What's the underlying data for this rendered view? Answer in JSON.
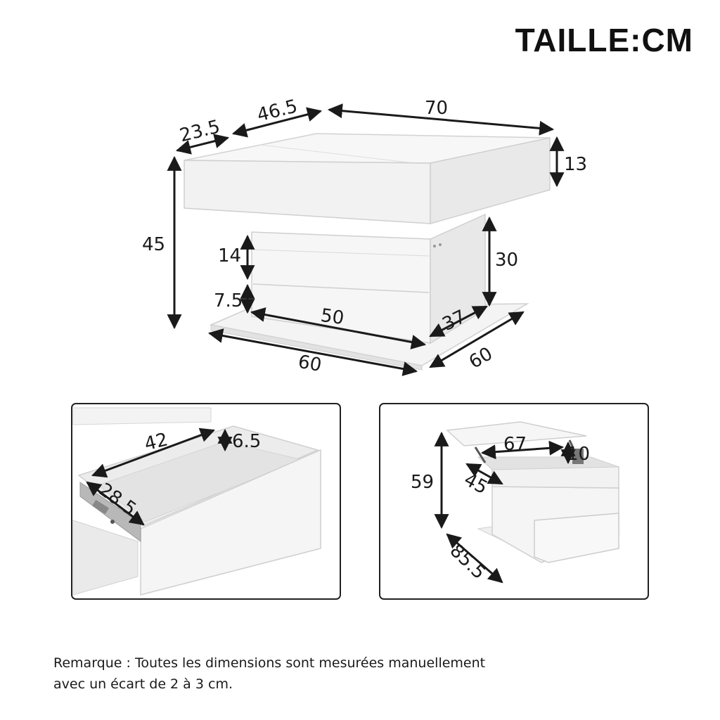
{
  "title": "TAILLE:CM",
  "main_view": {
    "dims": {
      "depth_extension": "23.5",
      "depth_top": "46.5",
      "width_top": "70",
      "top_thickness": "13",
      "total_height": "45",
      "drawer_front_height": "14",
      "plinth_height": "7.5",
      "body_height": "30",
      "body_width": "50",
      "body_depth": "37",
      "base_width": "60",
      "base_depth": "60"
    }
  },
  "drawer_view": {
    "dims": {
      "drawer_width": "42",
      "drawer_height": "6.5",
      "drawer_depth": "28.5"
    }
  },
  "lift_view": {
    "dims": {
      "lift_width": "67",
      "lift_gap": "10",
      "lift_depth": "45",
      "lift_height": "59",
      "diagonal": "85.5"
    }
  },
  "note": {
    "line1": "Remarque : Toutes les dimensions sont mesurées manuellement",
    "line2": "avec un écart de 2 à 3 cm."
  },
  "colors": {
    "panel": "#f3f3f3",
    "panel_side": "#e6e6e6",
    "edge": "#c9c9c9",
    "dim_line": "#1a1a1a",
    "frame": "#222222"
  }
}
